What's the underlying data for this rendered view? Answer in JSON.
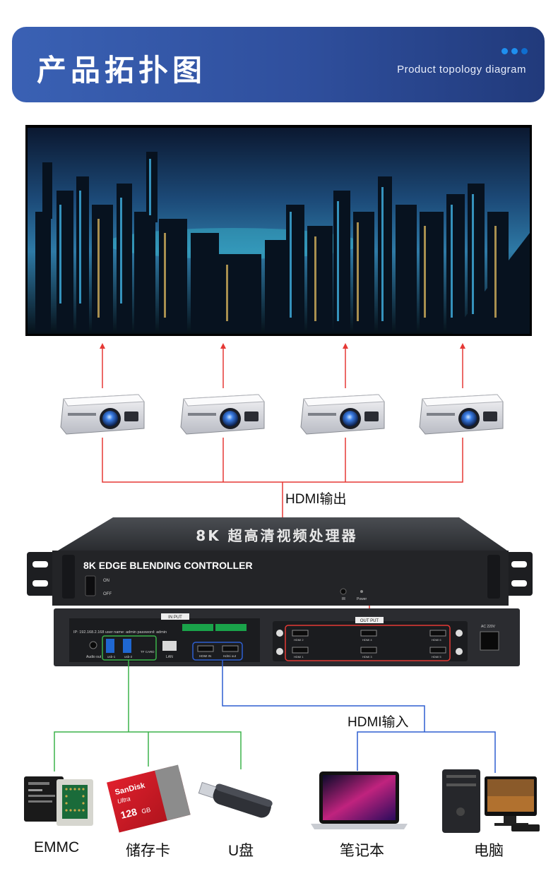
{
  "header": {
    "title": "产品拓扑图",
    "subtitle": "Product topology diagram"
  },
  "device": {
    "top_label": "8K 超高清视频处理器",
    "front_label": "8K  EDGE BLENDING CONTROLLER",
    "switch_on": "ON",
    "switch_off": "OFF",
    "ir_label": "IR",
    "power_label": "Power",
    "input_tag": "IN PUT",
    "output_tag": "OUT PUT",
    "ip_line": "IP: 192.168.2.168  user name: admin  password: admin",
    "audio_out": "Audio out",
    "usb1": "usb-1",
    "usb2": "usb-2",
    "tf_card": "TF CARD",
    "lan": "LAN",
    "hdmi_in": "HDMI IN",
    "hdmi_out": "Hdmi out",
    "ac": "AC 220V",
    "outputs_top": [
      "HDMI 2",
      "HDMI 4",
      "HDMI 6"
    ],
    "outputs_bottom": [
      "HDMI 1",
      "HDMI 3",
      "HDMI 5"
    ]
  },
  "labels": {
    "hdmi_output": "HDMI输出",
    "hdmi_input": "HDMI输入",
    "emmc": "EMMC",
    "storage_card": "储存卡",
    "usb_disk": "U盘",
    "laptop": "笔记本",
    "pc": "电脑"
  },
  "sd_card": {
    "brand": "SanDisk",
    "line": "Ultra",
    "capacity": "128",
    "unit": "GB"
  },
  "colors": {
    "banner": "#2f4f9d",
    "red_line": "#e53935",
    "green_line": "#3bb34a",
    "blue_line": "#2e5fd0"
  }
}
